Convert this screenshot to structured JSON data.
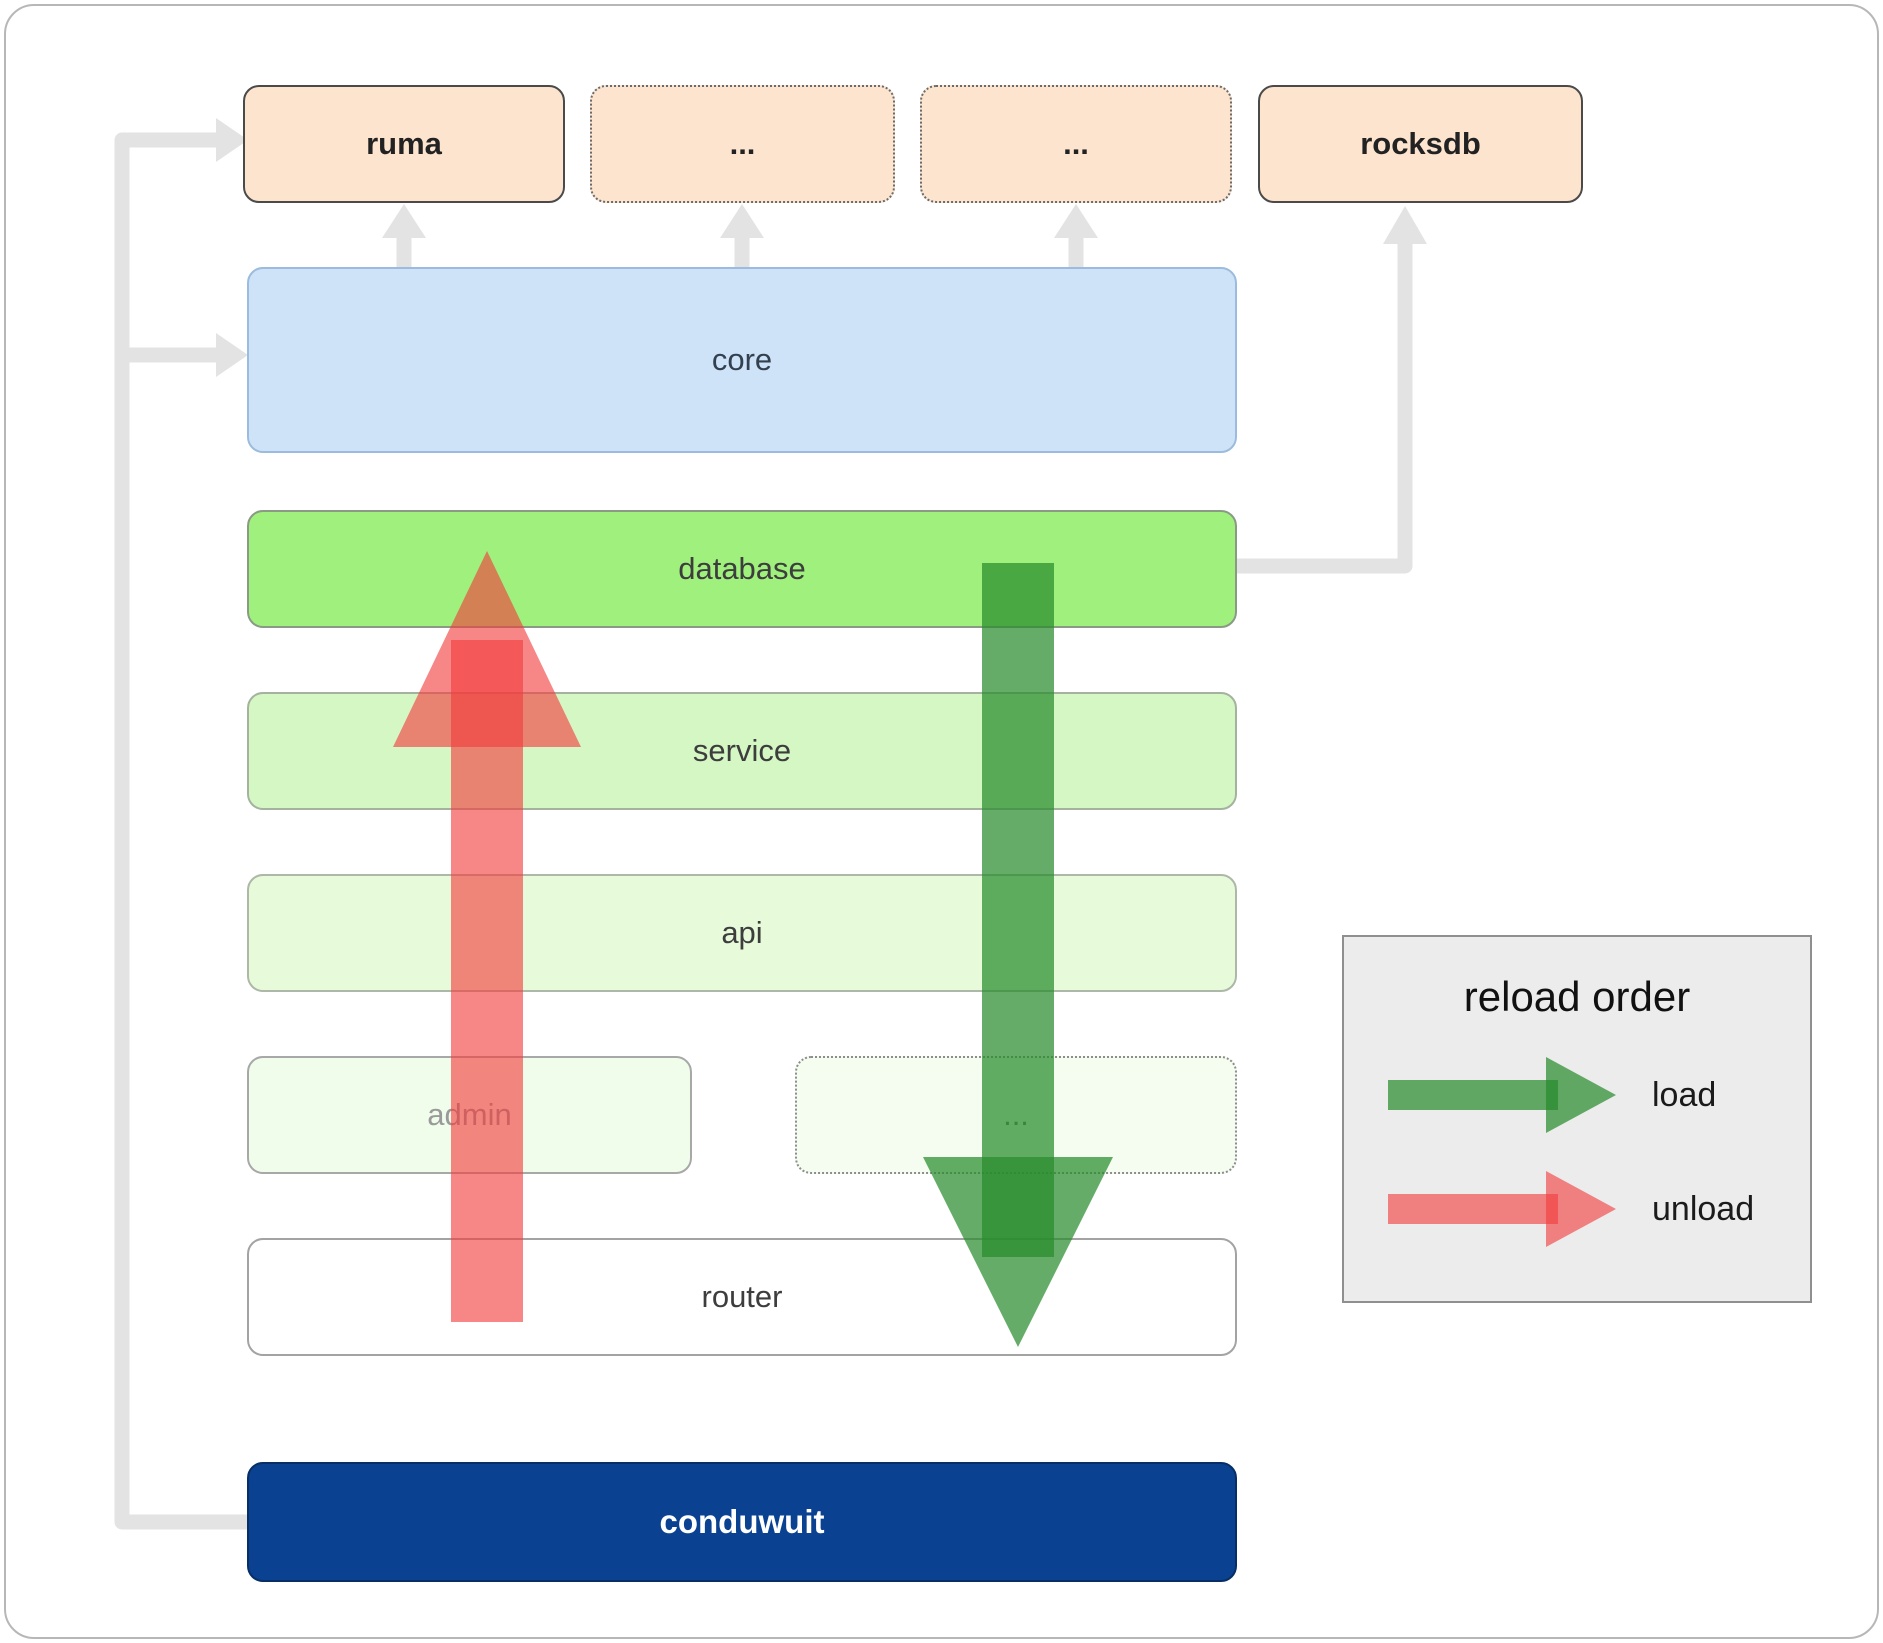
{
  "boxes": {
    "ruma": "ruma",
    "dep_ellipsis_1": "...",
    "dep_ellipsis_2": "...",
    "rocksdb": "rocksdb",
    "core": "core",
    "database": "database",
    "service": "service",
    "api": "api",
    "admin": "admin",
    "service_ellipsis": "...",
    "router": "router",
    "conduwuit": "conduwuit"
  },
  "legend": {
    "title": "reload order",
    "load_label": "load",
    "unload_label": "unload"
  },
  "colors": {
    "dependency_box": "#fce4cf",
    "core_box": "#cfe3f8",
    "database_box": "#9ff07c",
    "service_box": "#d4f7c4",
    "api_box": "#e7fbdb",
    "conduwuit_box": "#0a4191",
    "load_arrow": "#288c2d",
    "unload_arrow": "#f23c3c",
    "connector": "#e3e3e3"
  }
}
